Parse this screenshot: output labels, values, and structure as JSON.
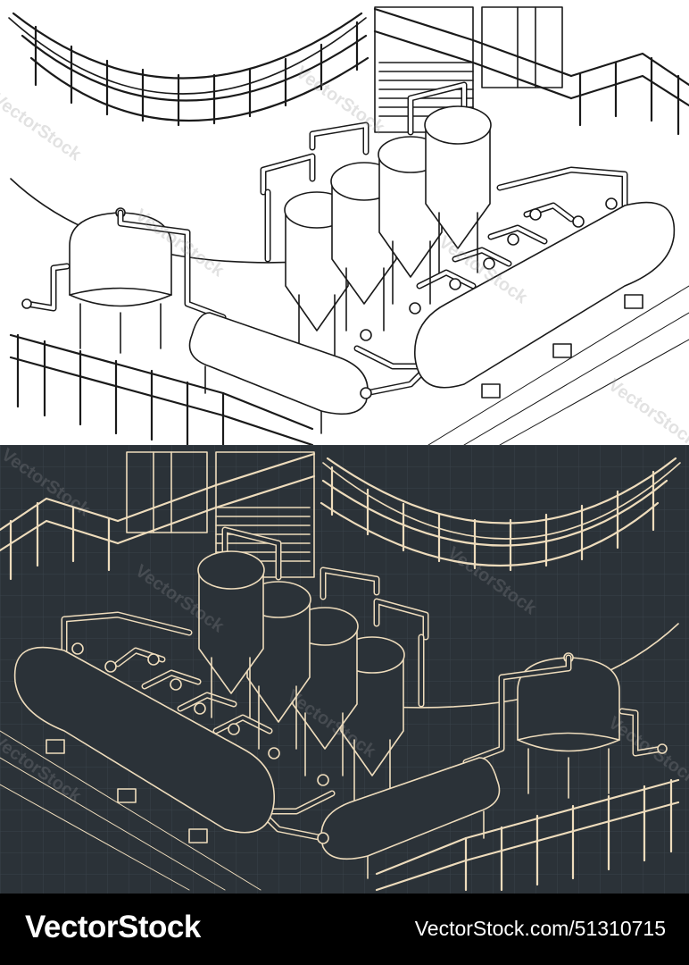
{
  "footer": {
    "brand": "VectorStock",
    "url": "VectorStock.com/51310715"
  },
  "watermark": "VectorStock",
  "colors": {
    "light_background": "#ffffff",
    "light_stroke": "#1a1a1a",
    "dark_background": "#2b3238",
    "dark_stroke": "#eedcbc",
    "footer_background": "#000000",
    "footer_text": "#ffffff"
  }
}
